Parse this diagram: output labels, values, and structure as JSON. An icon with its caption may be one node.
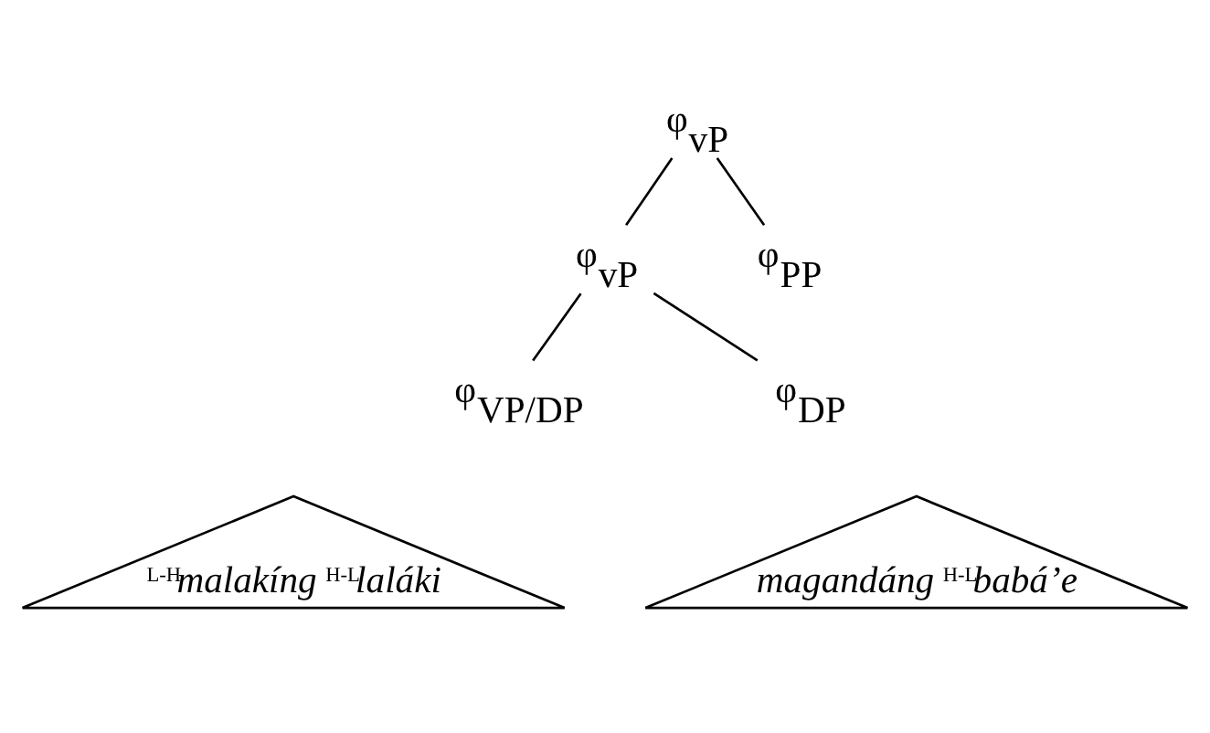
{
  "diagram": {
    "nodes": [
      {
        "text": [
          "φ$_{vP}$"
        ]
      },
      {
        "text": [
          "φ$_{vP}$"
        ]
      },
      {
        "text": [
          "φ$_{PP}$"
        ]
      },
      {
        "text": [
          "φ$_{VP/DP}$"
        ]
      },
      {
        "text": [
          "φ$_{DP}$"
        ]
      },
      {
        "text": [
          "$^{L-H}$*malakíng* $^{H-L}$*laláki*"
        ]
      },
      {
        "text": [
          "*magandáng* $^{H-L}$*babá’e*"
        ]
      }
    ],
    "edges": [
      {
        "from": 0,
        "to": 1,
        "arrow": "none"
      },
      {
        "from": 0,
        "to": 2,
        "arrow": "none"
      },
      {
        "from": 1,
        "to": 3,
        "arrow": "none"
      },
      {
        "from": 1,
        "to": 4,
        "arrow": "none"
      }
    ]
  }
}
